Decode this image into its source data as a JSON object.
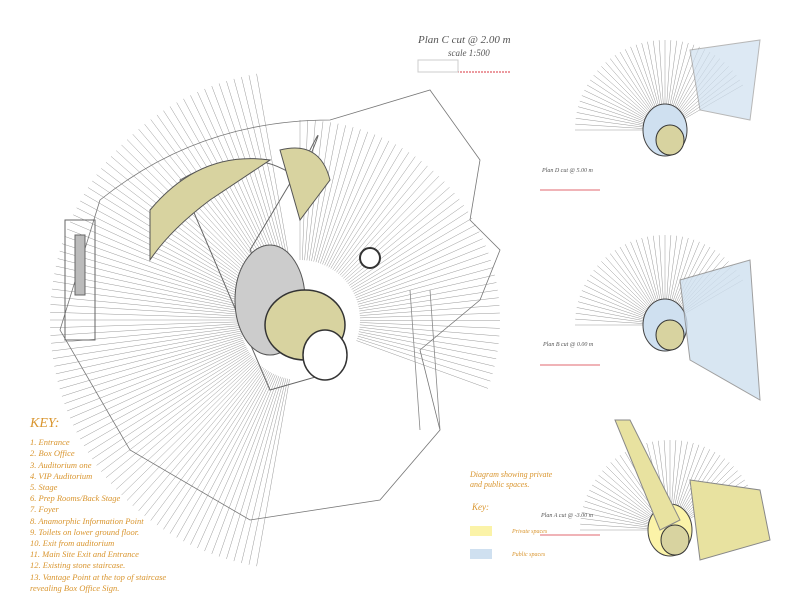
{
  "main_plan": {
    "title": "Plan C cut @ 2.00 m",
    "scale": "scale 1:500"
  },
  "key": {
    "heading": "KEY:",
    "items": [
      "1. Entrance",
      "2. Box Office",
      "3. Auditorium one",
      "4. VIP Auditorium",
      "5.  Stage",
      "6. Prep Rooms/Back Stage",
      "7. Foyer",
      "8. Anamorphic Information Point",
      "9. Toilets on lower ground floor.",
      "10. Exit from auditorium",
      "11. Main Site Exit and Entrance",
      "12. Existing stone staircase.",
      "13. Vantage Point at the top of staircase",
      "revealing Box Office Sign."
    ]
  },
  "legend": {
    "title_line1": "Diagram showing private",
    "title_line2": "and public spaces.",
    "key_label": "Key:",
    "private": {
      "label": "Private spaces",
      "color": "#fbf3a8"
    },
    "public": {
      "label": "Public spaces",
      "color": "#cfe0f0"
    }
  },
  "small_plans": [
    {
      "label": "Plan D cut @ 5.00 m"
    },
    {
      "label": "Plan B cut @ 0.00 m"
    },
    {
      "label": "Plan A cut @ -3.00 m"
    }
  ],
  "colors": {
    "accent": "#d9952e",
    "scale_bar": "#d9343f",
    "lines": "#888888",
    "fill_structure": "#c9c48a"
  }
}
